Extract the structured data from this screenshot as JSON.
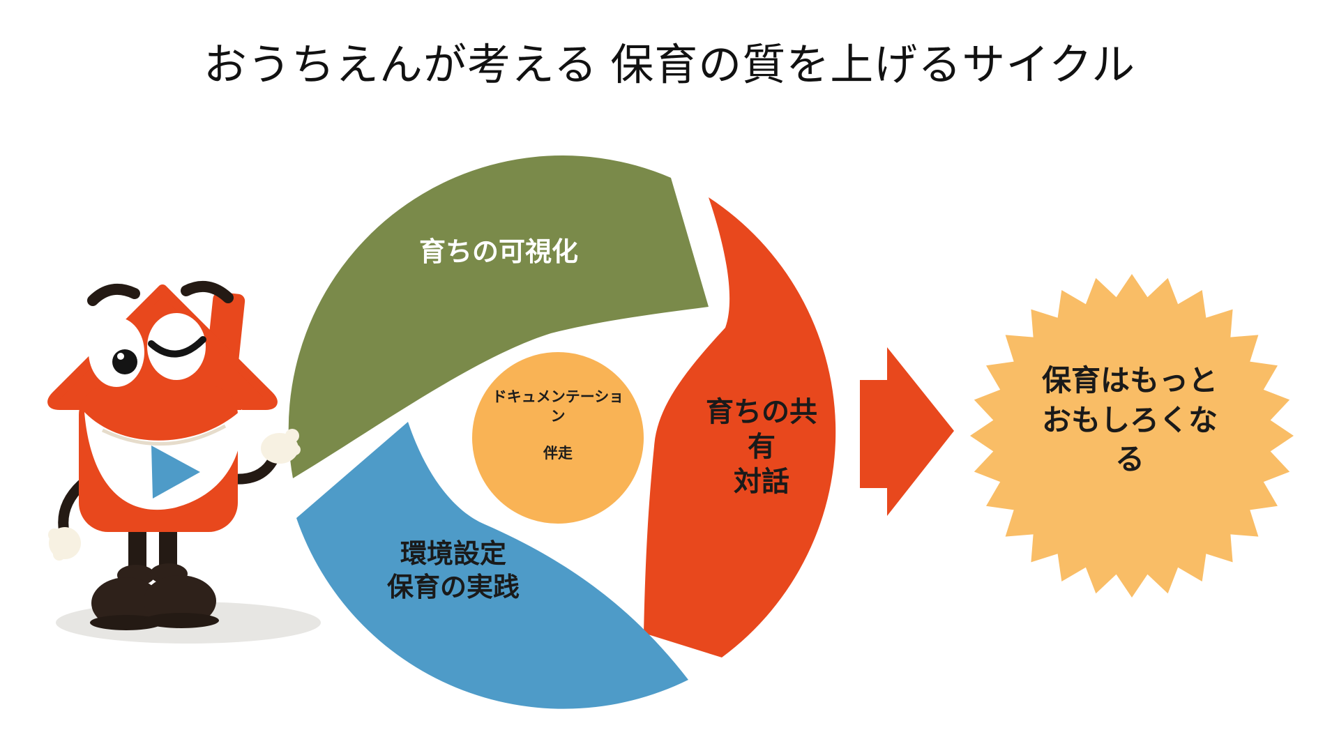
{
  "title": "おうちえんが考える 保育の質を上げるサイクル",
  "cycle": {
    "center": {
      "line1": "ドキュメンテーション",
      "line2": "伴走",
      "color": "#F9B355"
    },
    "segments": [
      {
        "id": "growth-visualization",
        "label": "育ちの可視化",
        "color": "#7A8A4A",
        "text_color": "#FFFFFF"
      },
      {
        "id": "growth-sharing-dialogue",
        "line1": "育ちの共有",
        "line2": "対話",
        "color": "#E8481D",
        "text_color": "#1A1A1A"
      },
      {
        "id": "environment-practice",
        "line1": "環境設定",
        "line2": "保育の実践",
        "color": "#4E9BC8",
        "text_color": "#1A1A1A"
      }
    ]
  },
  "arrow": {
    "color": "#E8481D"
  },
  "result": {
    "label": "保育はもっとおもしろくなる",
    "color": "#F9BD66",
    "text_color": "#1A1A1A"
  },
  "mascot": {
    "body_color": "#E8481D",
    "play_button_color": "#4E9BC8",
    "limb_color": "#241A14",
    "glove_color": "#F7F1E2"
  }
}
